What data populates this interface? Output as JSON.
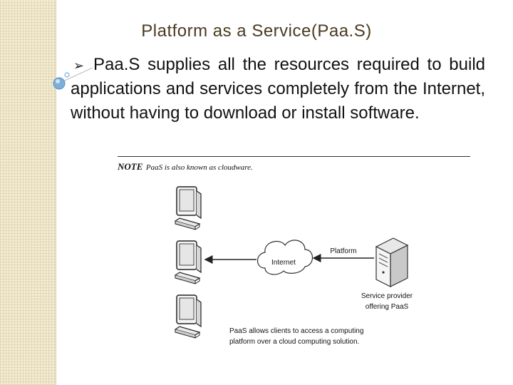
{
  "slide": {
    "title": "Platform as a Service(Paa.S)",
    "bullet_glyph": "➢",
    "body_text": "Paa.S supplies all the resources required to build applications and services completely from the Internet, without having to download or install software."
  },
  "figure": {
    "note_label": "NOTE",
    "note_text": "PaaS is also known as cloudware.",
    "cloud_label": "Internet",
    "arrow_label": "Platform",
    "server_label_line1": "Service provider",
    "server_label_line2": "offering PaaS",
    "caption_line1": "PaaS allows clients to access a computing",
    "caption_line2": "platform over a cloud computing solution."
  },
  "colors": {
    "band": "#f3ecd2",
    "title": "#4a3a22",
    "bubble": "#7db0d8"
  },
  "icons": [
    "arrow-bullet-icon",
    "bubble-icon",
    "computer-icon",
    "cloud-icon",
    "server-icon"
  ]
}
